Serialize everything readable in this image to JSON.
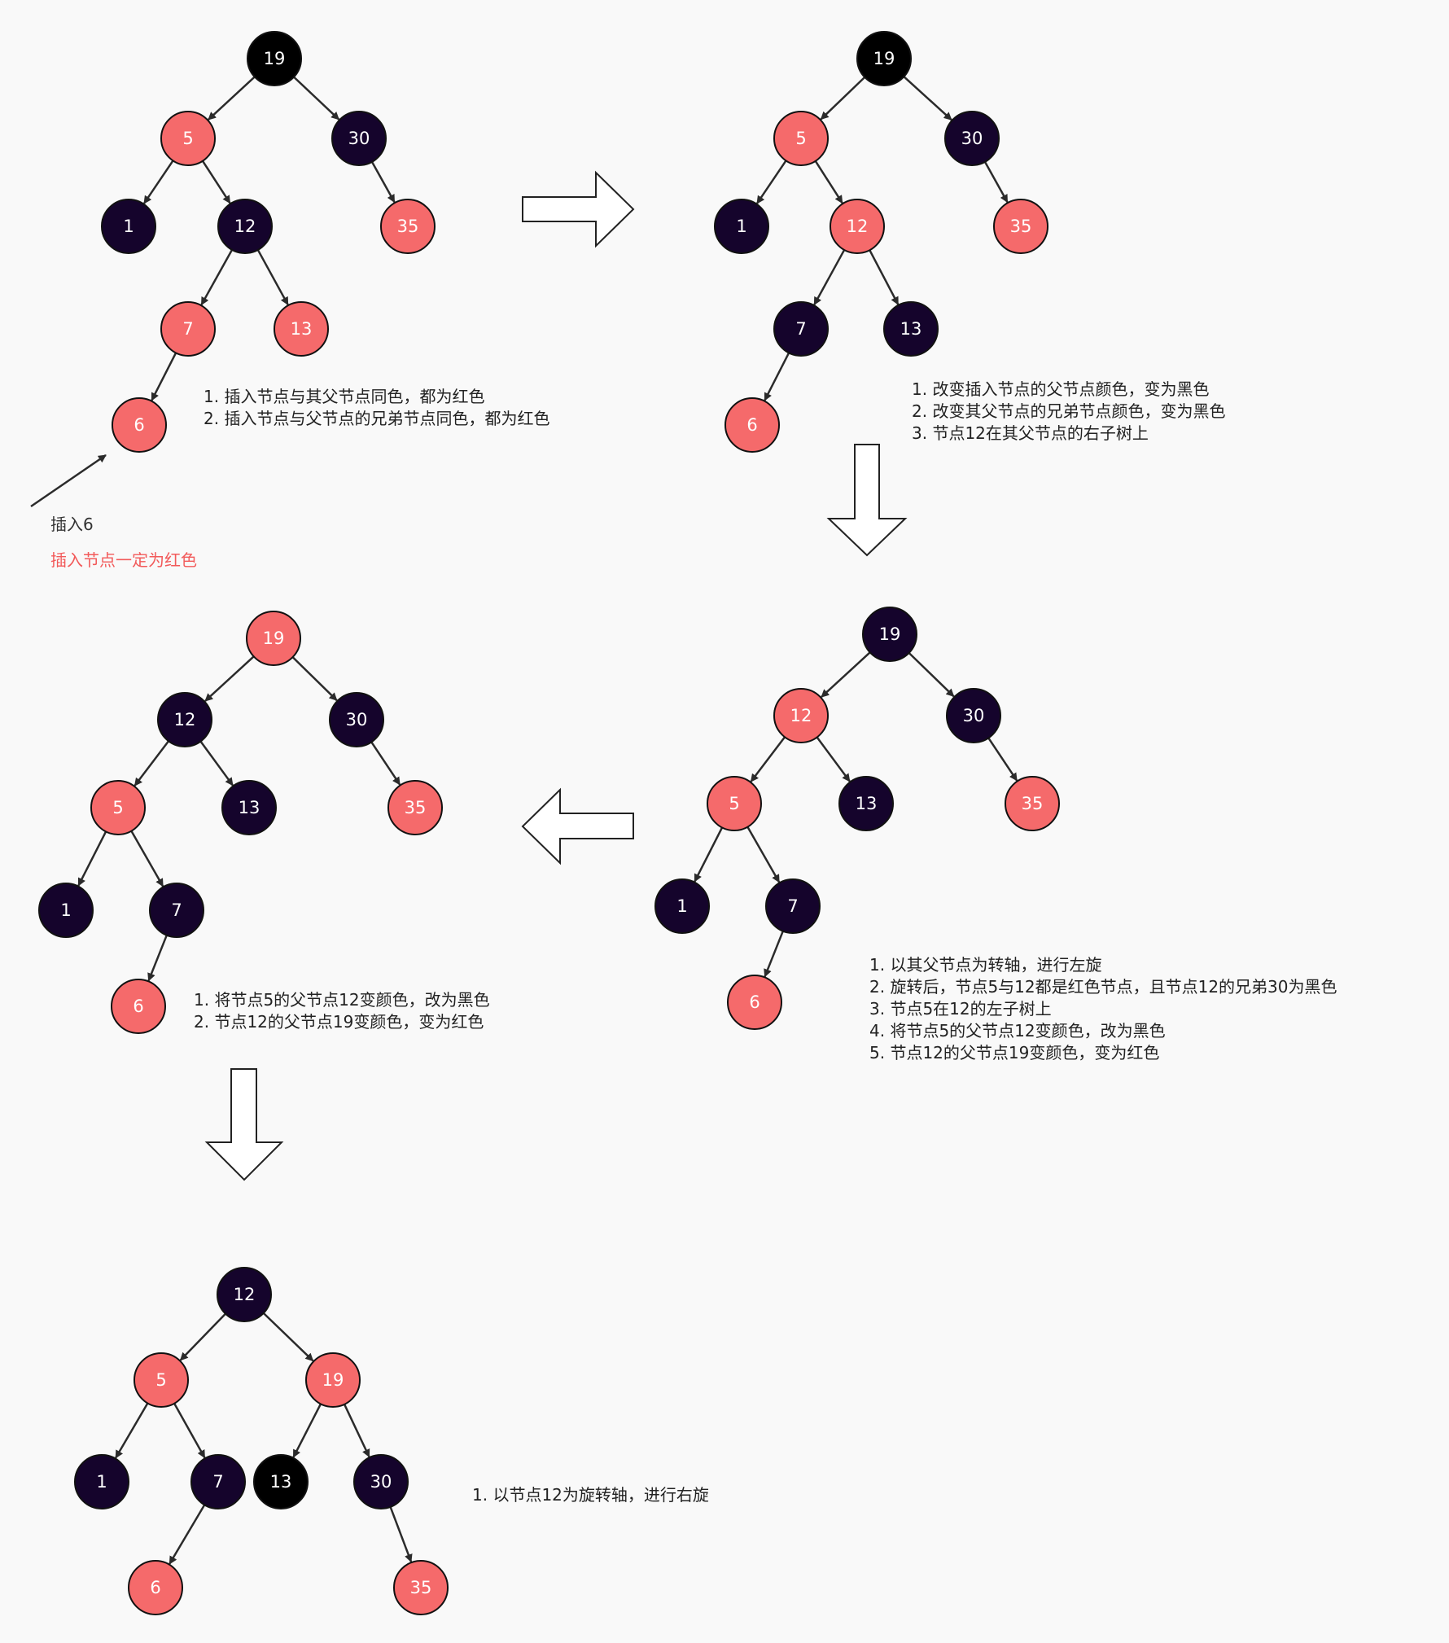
{
  "colors": {
    "red": "#f56a6b",
    "black": "#15042c",
    "pure_black": "#000000",
    "edge": "#2b2b2b"
  },
  "trees": [
    {
      "id": "tree-1",
      "nodes": [
        {
          "id": "n19",
          "label": "19",
          "color": "pure_black"
        },
        {
          "id": "n5",
          "label": "5",
          "color": "red"
        },
        {
          "id": "n30",
          "label": "30",
          "color": "black"
        },
        {
          "id": "n1",
          "label": "1",
          "color": "black"
        },
        {
          "id": "n12",
          "label": "12",
          "color": "black"
        },
        {
          "id": "n35",
          "label": "35",
          "color": "red"
        },
        {
          "id": "n7",
          "label": "7",
          "color": "red"
        },
        {
          "id": "n13",
          "label": "13",
          "color": "red"
        },
        {
          "id": "n6",
          "label": "6",
          "color": "red"
        }
      ],
      "edges": [
        [
          "n19",
          "n5"
        ],
        [
          "n19",
          "n30"
        ],
        [
          "n5",
          "n1"
        ],
        [
          "n5",
          "n12"
        ],
        [
          "n30",
          "n35"
        ],
        [
          "n12",
          "n7"
        ],
        [
          "n12",
          "n13"
        ],
        [
          "n7",
          "n6"
        ]
      ]
    },
    {
      "id": "tree-2",
      "nodes": [
        {
          "id": "n19",
          "label": "19",
          "color": "pure_black"
        },
        {
          "id": "n5",
          "label": "5",
          "color": "red"
        },
        {
          "id": "n30",
          "label": "30",
          "color": "black"
        },
        {
          "id": "n1",
          "label": "1",
          "color": "black"
        },
        {
          "id": "n12",
          "label": "12",
          "color": "red"
        },
        {
          "id": "n35",
          "label": "35",
          "color": "red"
        },
        {
          "id": "n7",
          "label": "7",
          "color": "black"
        },
        {
          "id": "n13",
          "label": "13",
          "color": "black"
        },
        {
          "id": "n6",
          "label": "6",
          "color": "red"
        }
      ],
      "edges": [
        [
          "n19",
          "n5"
        ],
        [
          "n19",
          "n30"
        ],
        [
          "n5",
          "n1"
        ],
        [
          "n5",
          "n12"
        ],
        [
          "n30",
          "n35"
        ],
        [
          "n12",
          "n7"
        ],
        [
          "n12",
          "n13"
        ],
        [
          "n7",
          "n6"
        ]
      ]
    },
    {
      "id": "tree-3",
      "nodes": [
        {
          "id": "n19",
          "label": "19",
          "color": "black"
        },
        {
          "id": "n12",
          "label": "12",
          "color": "red"
        },
        {
          "id": "n30",
          "label": "30",
          "color": "black"
        },
        {
          "id": "n5",
          "label": "5",
          "color": "red"
        },
        {
          "id": "n13",
          "label": "13",
          "color": "black"
        },
        {
          "id": "n35",
          "label": "35",
          "color": "red"
        },
        {
          "id": "n1",
          "label": "1",
          "color": "black"
        },
        {
          "id": "n7",
          "label": "7",
          "color": "black"
        },
        {
          "id": "n6",
          "label": "6",
          "color": "red"
        }
      ],
      "edges": [
        [
          "n19",
          "n12"
        ],
        [
          "n19",
          "n30"
        ],
        [
          "n12",
          "n5"
        ],
        [
          "n12",
          "n13"
        ],
        [
          "n30",
          "n35"
        ],
        [
          "n5",
          "n1"
        ],
        [
          "n5",
          "n7"
        ],
        [
          "n7",
          "n6"
        ]
      ]
    },
    {
      "id": "tree-4",
      "nodes": [
        {
          "id": "n19",
          "label": "19",
          "color": "red"
        },
        {
          "id": "n12",
          "label": "12",
          "color": "black"
        },
        {
          "id": "n30",
          "label": "30",
          "color": "black"
        },
        {
          "id": "n5",
          "label": "5",
          "color": "red"
        },
        {
          "id": "n13",
          "label": "13",
          "color": "black"
        },
        {
          "id": "n35",
          "label": "35",
          "color": "red"
        },
        {
          "id": "n1",
          "label": "1",
          "color": "black"
        },
        {
          "id": "n7",
          "label": "7",
          "color": "black"
        },
        {
          "id": "n6",
          "label": "6",
          "color": "red"
        }
      ],
      "edges": [
        [
          "n19",
          "n12"
        ],
        [
          "n19",
          "n30"
        ],
        [
          "n12",
          "n5"
        ],
        [
          "n12",
          "n13"
        ],
        [
          "n30",
          "n35"
        ],
        [
          "n5",
          "n1"
        ],
        [
          "n5",
          "n7"
        ],
        [
          "n7",
          "n6"
        ]
      ]
    },
    {
      "id": "tree-5",
      "nodes": [
        {
          "id": "n12",
          "label": "12",
          "color": "black"
        },
        {
          "id": "n5",
          "label": "5",
          "color": "red"
        },
        {
          "id": "n19",
          "label": "19",
          "color": "red"
        },
        {
          "id": "n1",
          "label": "1",
          "color": "black"
        },
        {
          "id": "n7",
          "label": "7",
          "color": "black"
        },
        {
          "id": "n13",
          "label": "13",
          "color": "pure_black"
        },
        {
          "id": "n30",
          "label": "30",
          "color": "black"
        },
        {
          "id": "n6",
          "label": "6",
          "color": "red"
        },
        {
          "id": "n35",
          "label": "35",
          "color": "red"
        }
      ],
      "edges": [
        [
          "n12",
          "n5"
        ],
        [
          "n12",
          "n19"
        ],
        [
          "n5",
          "n1"
        ],
        [
          "n5",
          "n7"
        ],
        [
          "n19",
          "n13"
        ],
        [
          "n19",
          "n30"
        ],
        [
          "n7",
          "n6"
        ],
        [
          "n30",
          "n35"
        ]
      ]
    }
  ],
  "notes": {
    "step1": {
      "items": [
        "1.  插入节点与其父节点同色，都为红色",
        "2.  插入节点与父节点的兄弟节点同色，都为红色"
      ]
    },
    "insert_label": "插入6",
    "insert_rule": "插入节点一定为红色",
    "step2": {
      "items": [
        "1.  改变插入节点的父节点颜色，变为黑色",
        "2.  改变其父节点的兄弟节点颜色，变为黑色",
        "3.  节点12在其父节点的右子树上"
      ]
    },
    "step3": {
      "items": [
        "1.  以其父节点为转轴，进行左旋",
        "2.  旋转后，节点5与12都是红色节点，且节点12的兄弟30为黑色",
        "3.  节点5在12的左子树上",
        "4.  将节点5的父节点12变颜色，改为黑色",
        "5.  节点12的父节点19变颜色，变为红色"
      ]
    },
    "step4": {
      "items": [
        "1.  将节点5的父节点12变颜色，改为黑色",
        "2.  节点12的父节点19变颜色，变为红色"
      ]
    },
    "step5": {
      "items": [
        "1.  以节点12为旋转轴，进行右旋"
      ]
    }
  }
}
